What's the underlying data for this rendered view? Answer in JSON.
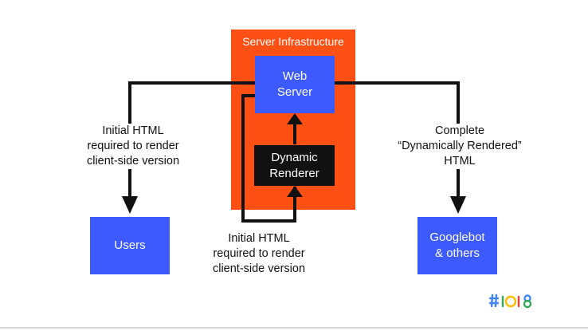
{
  "diagram": {
    "infrastructure": {
      "title": "Server Infrastructure",
      "color": "#fe4f14"
    },
    "nodes": {
      "web_server": {
        "label": "Web\nServer",
        "color": "#3d5afe"
      },
      "dynamic_renderer": {
        "label": "Dynamic\nRenderer",
        "color": "#111111"
      },
      "users": {
        "label": "Users",
        "color": "#3d5afe"
      },
      "googlebot": {
        "label": "Googlebot\n& others",
        "color": "#3d5afe"
      }
    },
    "edges": {
      "to_users": "Initial HTML\nrequired to render\nclient-side version",
      "to_renderer": "Initial HTML\nrequired to render\nclient-side version",
      "to_googlebot": "Complete\n“Dynamically Rendered”\nHTML"
    }
  },
  "branding": {
    "logo": "io18-logo",
    "colors": [
      "#4285f4",
      "#34a853",
      "#fbbc04",
      "#ea4335"
    ]
  }
}
